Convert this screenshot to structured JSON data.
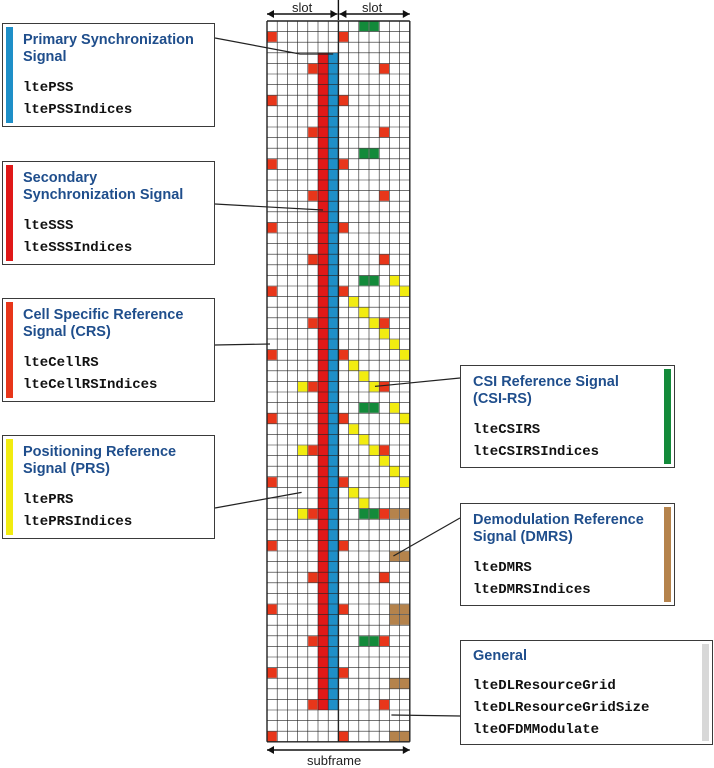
{
  "top_labels": {
    "slot_left": "slot",
    "slot_right": "slot"
  },
  "bottom_label": "subframe",
  "colors": {
    "pss": "#1e8fc8",
    "sss": "#e01818",
    "crs": "#e8361a",
    "prs": "#f2ec10",
    "csirs": "#138a3a",
    "dmrs": "#b5834c",
    "general": "#d8d8d8",
    "title": "#1f4e8c"
  },
  "panels": {
    "pss": {
      "title_lines": [
        "Primary Synchronization",
        "Signal"
      ],
      "functions": [
        "ltePSS",
        "ltePSSIndices"
      ]
    },
    "sss": {
      "title_lines": [
        "Secondary",
        "Synchronization Signal"
      ],
      "functions": [
        "lteSSS",
        "lteSSSIndices"
      ]
    },
    "crs": {
      "title_lines": [
        "Cell Specific Reference",
        "Signal (CRS)"
      ],
      "functions": [
        "lteCellRS",
        "lteCellRSIndices"
      ]
    },
    "prs": {
      "title_lines": [
        "Positioning Reference",
        "Signal (PRS)"
      ],
      "functions": [
        "ltePRS",
        "ltePRSIndices"
      ]
    },
    "csirs": {
      "title_lines": [
        "CSI Reference Signal",
        "(CSI-RS)"
      ],
      "functions": [
        "lteCSIRS",
        "lteCSIRSIndices"
      ]
    },
    "dmrs": {
      "title_lines": [
        "Demodulation Reference",
        "Signal (DMRS)"
      ],
      "functions": [
        "lteDMRS",
        "lteDMRSIndices"
      ]
    },
    "general": {
      "title_lines": [
        "General"
      ],
      "functions": [
        "lteDLResourceGrid",
        "lteDLResourceGridSize",
        "lteOFDMModulate"
      ]
    }
  }
}
